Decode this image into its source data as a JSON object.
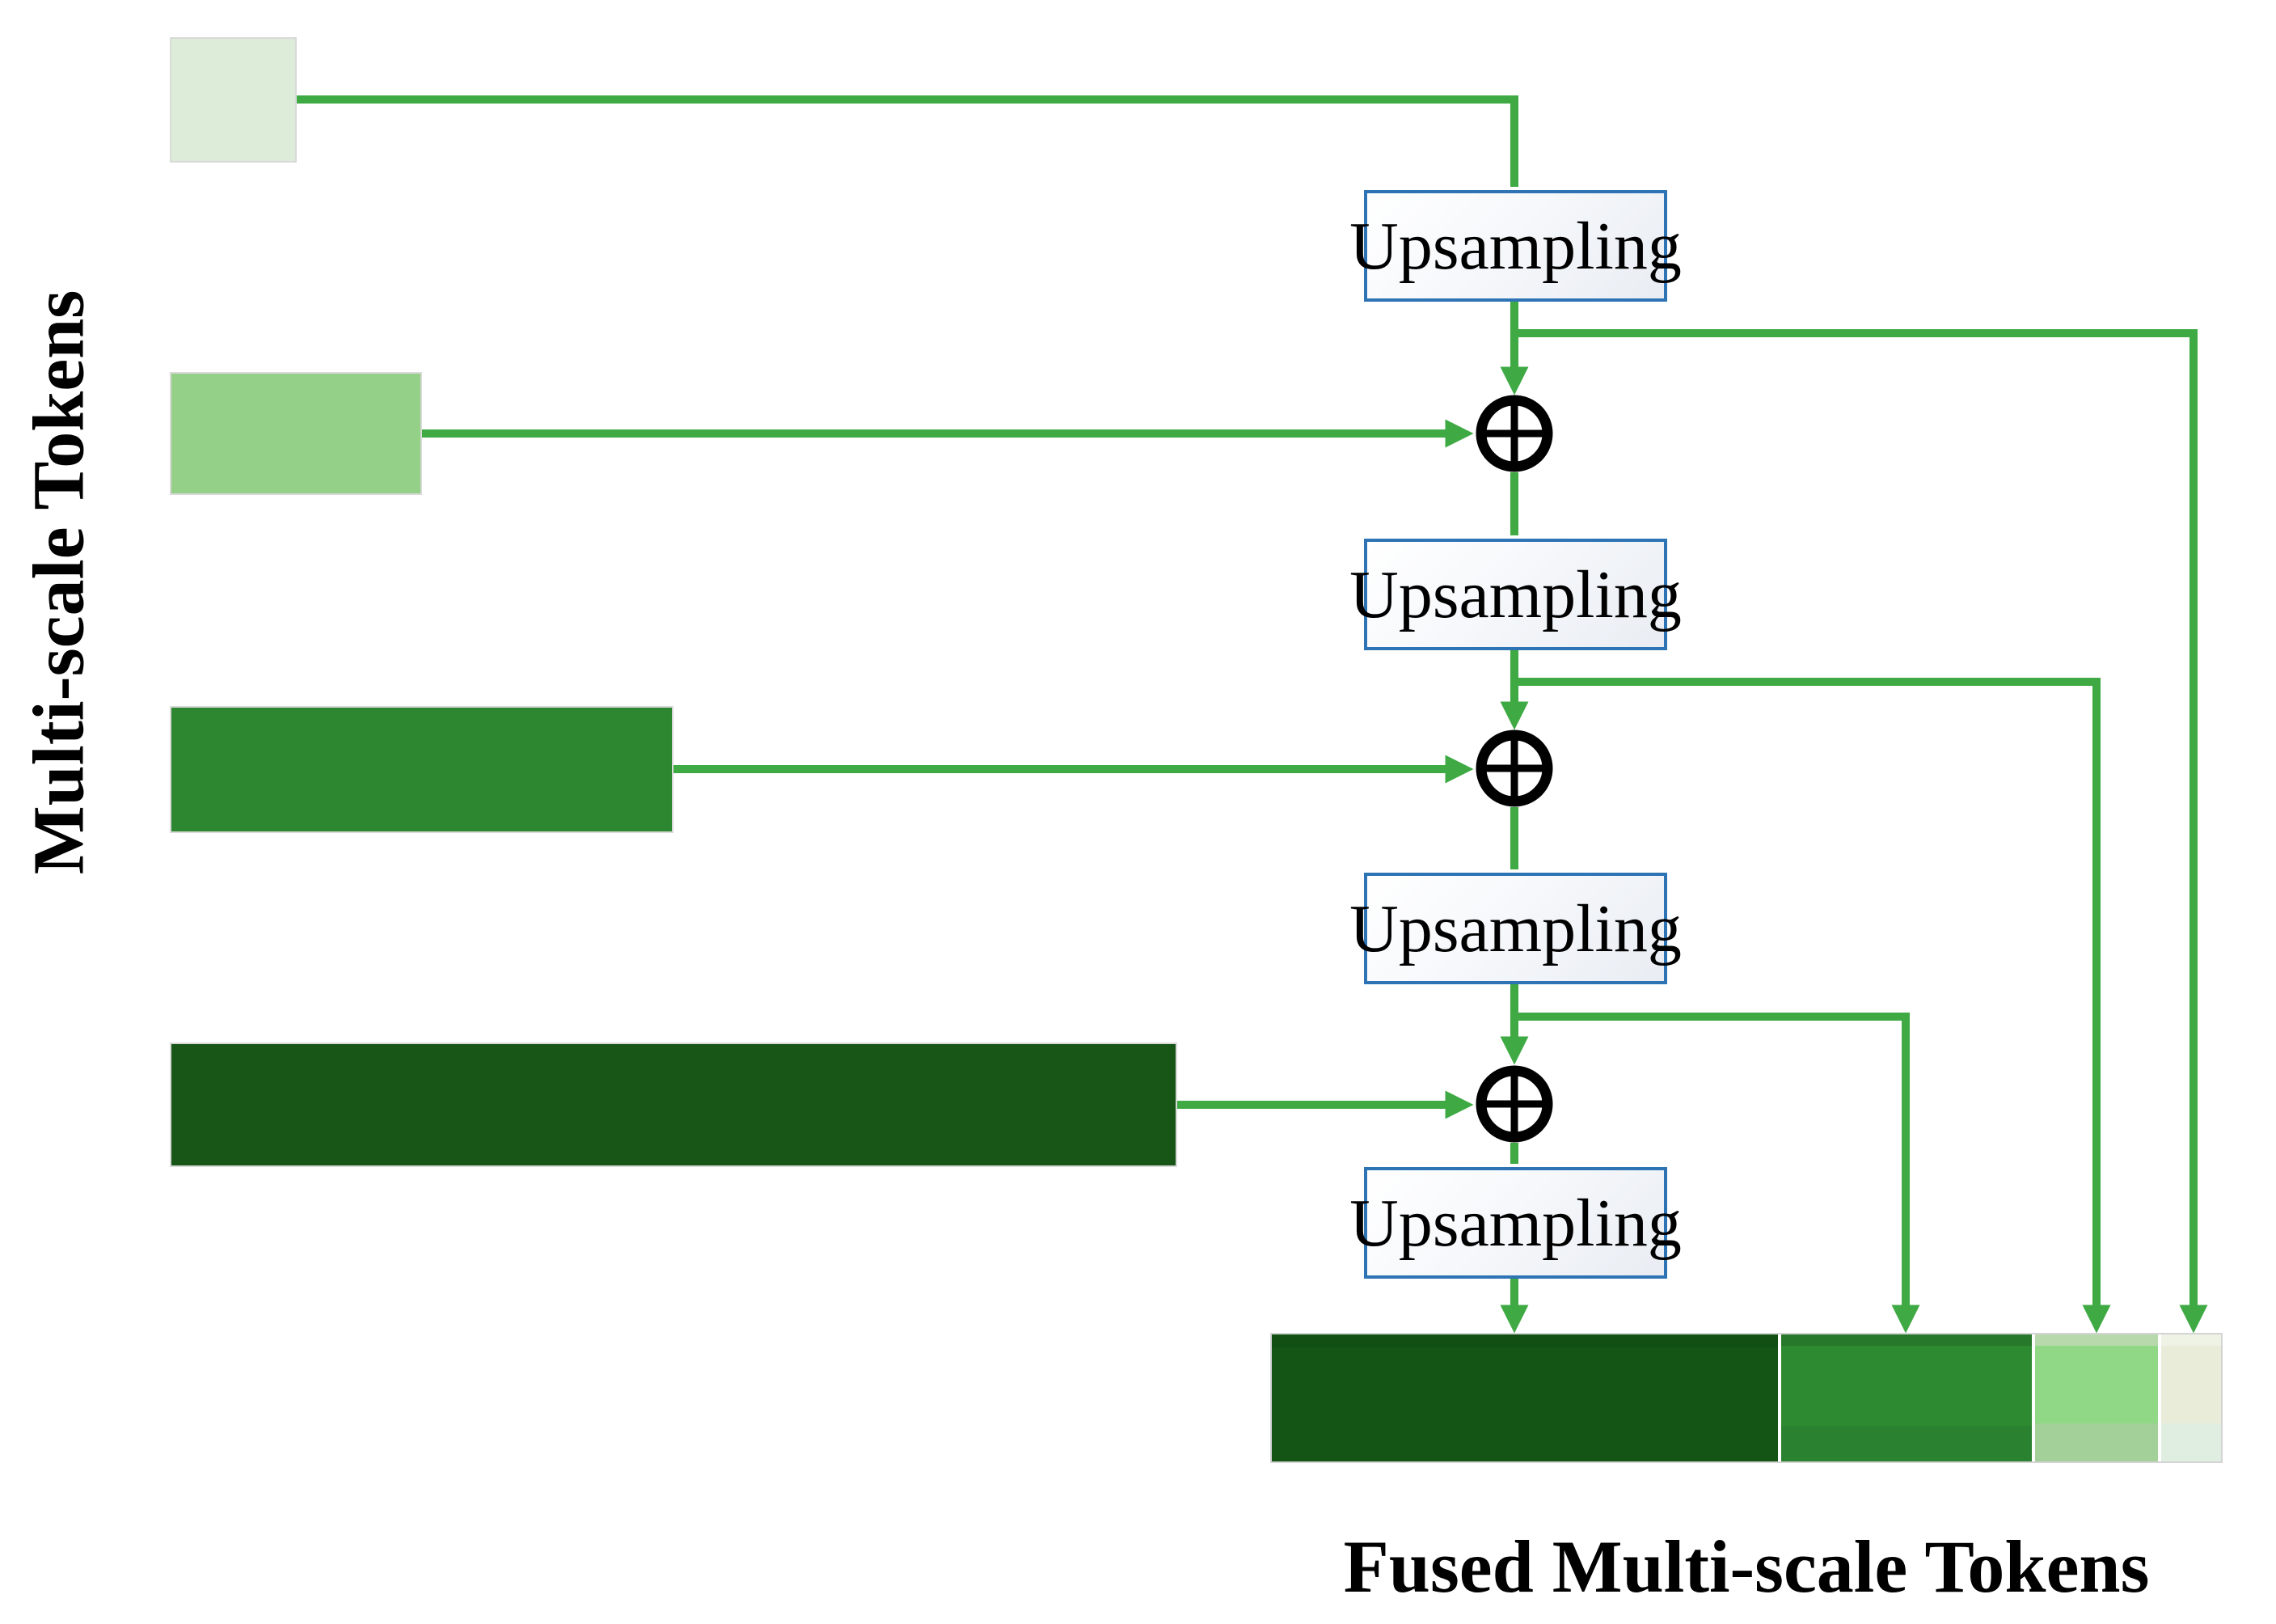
{
  "left_label": "Multi-scale Tokens",
  "bottom_label": "Fused Multi-scale Tokens",
  "upsampling_boxes": [
    {
      "label": "Upsampling"
    },
    {
      "label": "Upsampling"
    },
    {
      "label": "Upsampling"
    },
    {
      "label": "Upsampling"
    }
  ],
  "add_operator": {
    "symbol": "⊕",
    "meaning": "element-wise addition",
    "count": 3
  },
  "tokens": [
    {
      "id": "scale-1",
      "color": "#dcecd8",
      "relative_width": 1
    },
    {
      "id": "scale-2",
      "color": "#95d088",
      "relative_width": 2
    },
    {
      "id": "scale-3",
      "color": "#2d8630",
      "relative_width": 4
    },
    {
      "id": "scale-4",
      "color": "#175617",
      "relative_width": 8
    }
  ],
  "fused_bar": {
    "segments": [
      {
        "id": "fused-seg-1",
        "color": "#145415",
        "relative_width": 8
      },
      {
        "id": "fused-seg-2",
        "color": "#2e8a31",
        "relative_width": 4
      },
      {
        "id": "fused-seg-3",
        "color": "#90d886",
        "relative_width": 2
      },
      {
        "id": "fused-seg-4",
        "color": "#e9ecd8",
        "relative_width": 1
      }
    ]
  },
  "colors": {
    "connector_green": "#3faa44",
    "box_border_blue": "#2e74b5",
    "operator_black": "#000000",
    "background": "#ffffff"
  }
}
